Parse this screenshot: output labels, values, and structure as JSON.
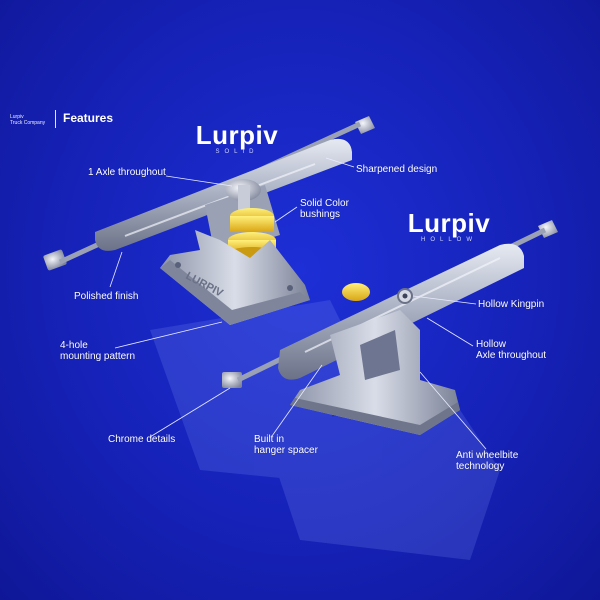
{
  "header": {
    "company_line1": "Lurpiv",
    "company_line2": "Truck Company",
    "section_title": "Features"
  },
  "logos": {
    "solid": {
      "name": "Lurpiv",
      "sub": "SOLID"
    },
    "hollow": {
      "name": "Lurpiv",
      "sub": "HOLLOW"
    }
  },
  "callouts": {
    "axle_throughout": [
      "1 Axle throughout"
    ],
    "sharpened_design": [
      "Sharpened design"
    ],
    "solid_bushings": [
      "Solid Color",
      "bushings"
    ],
    "polished_finish": [
      "Polished finish"
    ],
    "hollow_kingpin": [
      "Hollow Kingpin"
    ],
    "hollow_axle": [
      "Hollow",
      "Axle throughout"
    ],
    "mounting_pattern": [
      "4-hole",
      "mounting pattern"
    ],
    "chrome_details": [
      "Chrome details"
    ],
    "hanger_spacer": [
      "Built in",
      "hanger spacer"
    ],
    "anti_wheelbite": [
      "Anti wheelbite",
      "technology"
    ]
  },
  "colors": {
    "background": "#1622b8",
    "metal": "#b8bfd0",
    "bushing": "#f2c832",
    "text": "#ffffff"
  }
}
